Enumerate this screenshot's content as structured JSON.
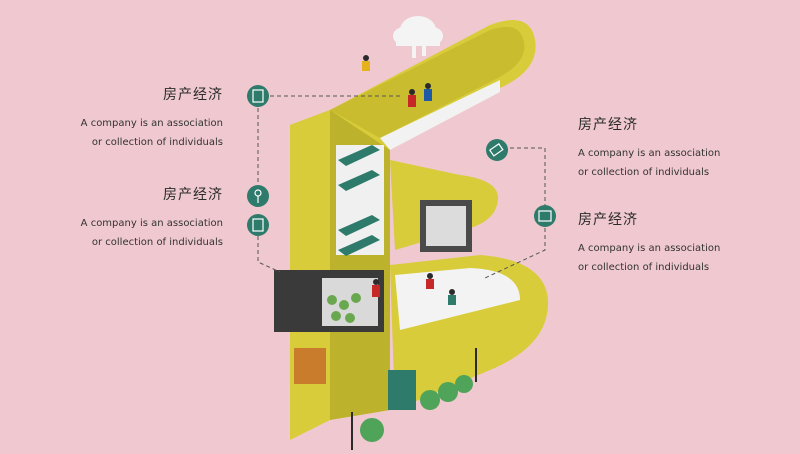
{
  "blocks": [
    {
      "title": "房产经济",
      "line1": "A company is an association",
      "line2": "or collection of individuals"
    },
    {
      "title": "房产经济",
      "line1": "A company is an association",
      "line2": "or collection of individuals"
    },
    {
      "title": "房产经济",
      "line1": "A company is an association",
      "line2": "or collection of individuals"
    },
    {
      "title": "房产经济",
      "line1": "A company is an association",
      "line2": "or collection of individuals"
    }
  ],
  "icons": [
    "document-icon",
    "flower-icon",
    "clipboard-icon",
    "tag-icon",
    "photo-frame-icon"
  ],
  "colors": {
    "background": "#efc9cf",
    "letter_yellow": "#d8cc3a",
    "teal": "#2e7a6b",
    "dark": "#3a3a3a"
  }
}
